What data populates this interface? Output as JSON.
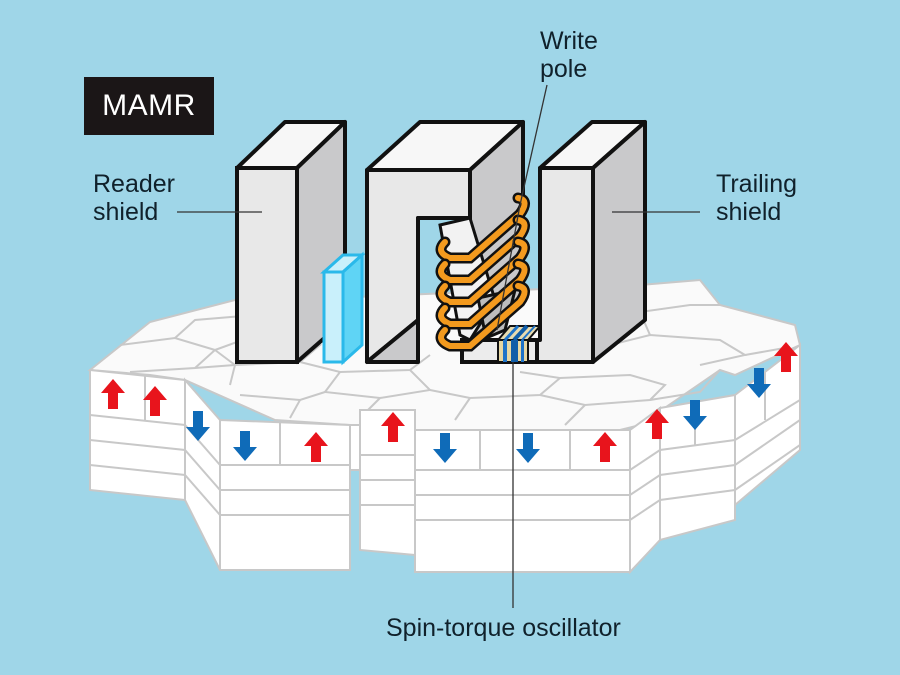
{
  "title": "MAMR",
  "labels": {
    "reader_shield": [
      "Reader",
      "shield"
    ],
    "write_pole": [
      "Write",
      "pole"
    ],
    "trailing_shield": [
      "Trailing",
      "shield"
    ],
    "spin_torque_oscillator": "Spin-torque oscillator"
  },
  "colors": {
    "background": "#9fd6e8",
    "title_box": "#1b1617",
    "shield_front": "#e8e8e8",
    "shield_side": "#c9c9cb",
    "shield_top": "#f7f7f7",
    "coil": "#f39a1e",
    "reader_sensor": "#5fd4f5",
    "arrow_up": "#e8141c",
    "arrow_down": "#0f6bb8",
    "media_line": "#c8c8c8"
  },
  "media_bits": {
    "front_row": [
      "up",
      "up",
      "down",
      "down",
      "up",
      "up",
      "down",
      "down",
      "up",
      "up",
      "down",
      "down",
      "up"
    ]
  }
}
